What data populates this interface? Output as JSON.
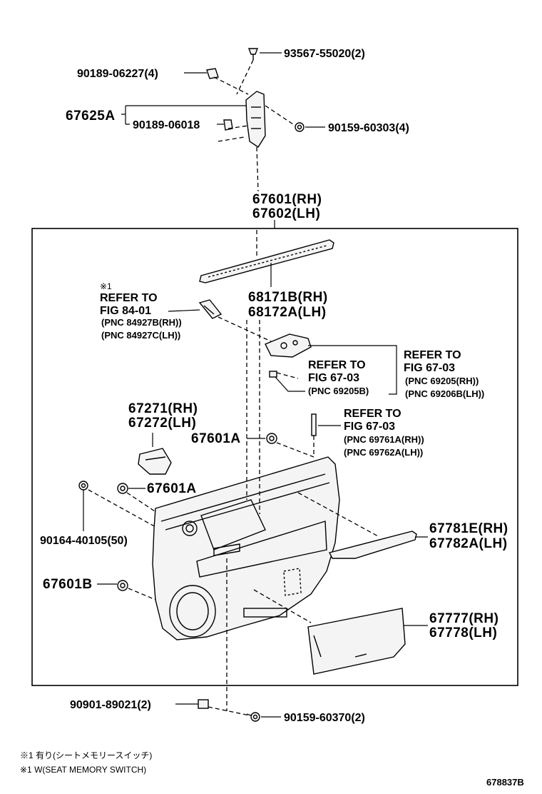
{
  "diagram_id": "678837B",
  "labels": {
    "p93567": "93567-55020(2)",
    "p90189_06227": "90189-06227(4)",
    "p67625A": "67625A",
    "p90189_06018": "90189-06018",
    "p90159_60303": "90159-60303(4)",
    "p67601RH": "67601(RH)",
    "p67602LH": "67602(LH)",
    "note_mark": "※1",
    "refer_to_a": "REFER TO",
    "fig_84_01": "FIG 84-01",
    "pnc_84927B": "(PNC 84927B(RH))",
    "pnc_84927C": "(PNC 84927C(LH))",
    "p68171B": "68171B(RH)",
    "p68172A": "68172A(LH)",
    "refer_to_b": "REFER TO",
    "fig_67_03_b": "FIG 67-03",
    "pnc_69205B": "(PNC 69205B)",
    "refer_to_c": "REFER TO",
    "fig_67_03_c": "FIG 67-03",
    "pnc_69205RH": "(PNC 69205(RH))",
    "pnc_69206B": "(PNC 69206B(LH))",
    "p67271": "67271(RH)",
    "p67272": "67272(LH)",
    "p67601A_top": "67601A",
    "refer_to_d": "REFER TO",
    "fig_67_03_d": "FIG 67-03",
    "pnc_69761A": "(PNC 69761A(RH))",
    "pnc_69762A": "(PNC 69762A(LH))",
    "p67601A_mid": "67601A",
    "p90164": "90164-40105(50)",
    "p67781E": "67781E(RH)",
    "p67782A": "67782A(LH)",
    "p67601B": "67601B",
    "p67777": "67777(RH)",
    "p67778": "67778(LH)",
    "p90901": "90901-89021(2)",
    "p90159_60370": "90159-60370(2)"
  },
  "footnotes": {
    "jp": "※1 有り(シートメモリースイッチ)",
    "en": "※1 W(SEAT MEMORY SWITCH)"
  },
  "colors": {
    "ink": "#000000",
    "paper": "#ffffff"
  }
}
